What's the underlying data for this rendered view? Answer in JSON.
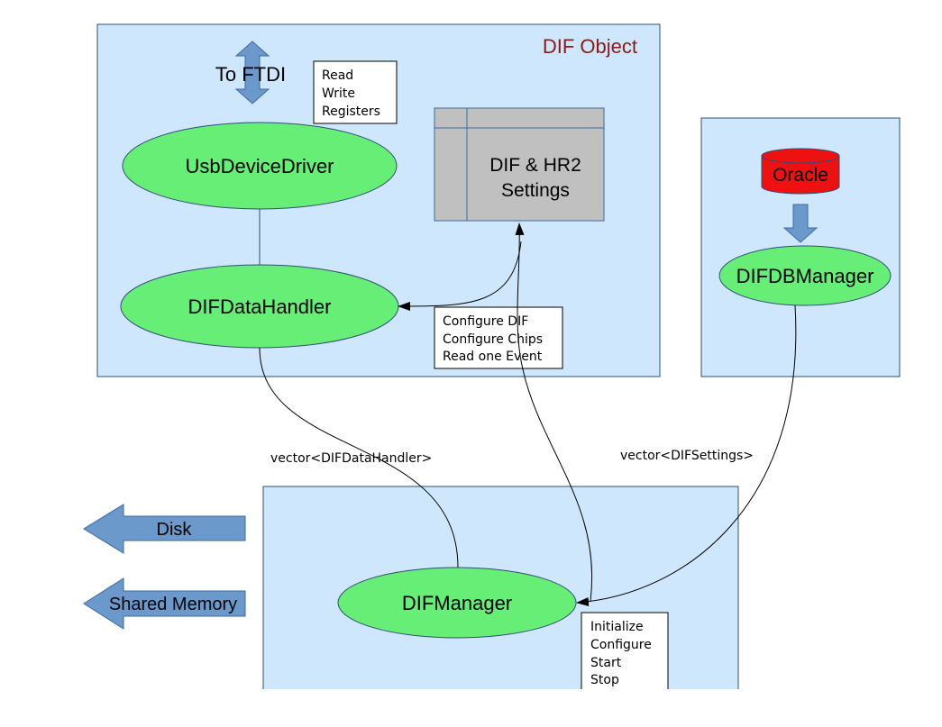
{
  "dif_object": {
    "title": "DIF Object"
  },
  "ftdi": {
    "label": "To FTDI"
  },
  "usb_ops": {
    "lines": [
      "Read",
      "Write",
      "Registers"
    ]
  },
  "settings_table": {
    "lines": [
      "DIF & HR2",
      "Settings"
    ]
  },
  "nodes": {
    "usb_driver": "UsbDeviceDriver",
    "data_handler": "DIFDataHandler",
    "db_manager": "DIFDBManager",
    "manager": "DIFManager",
    "oracle": "Oracle"
  },
  "handler_ops": {
    "lines": [
      "Configure DIF",
      "Configure Chips",
      "Read one Event"
    ]
  },
  "manager_ops": {
    "lines": [
      "Initialize",
      "Configure",
      "Start",
      "Stop"
    ]
  },
  "edges": {
    "handler_vector": "vector<DIFDataHandler>",
    "settings_vector": "vector<DIFSettings>"
  },
  "outputs": {
    "disk": "Disk",
    "shared_memory": "Shared Memory"
  },
  "colors": {
    "panel_fill": "#cfe7fc",
    "panel_stroke": "#2f4f78",
    "ellipse_fill": "#66ee77",
    "arrow_fill": "#6b99cc",
    "arrow_stroke": "#3d6a9c",
    "table_fill": "#c0c0c0",
    "oracle_fill": "#ee1111",
    "title_color": "#8b1a1a"
  }
}
